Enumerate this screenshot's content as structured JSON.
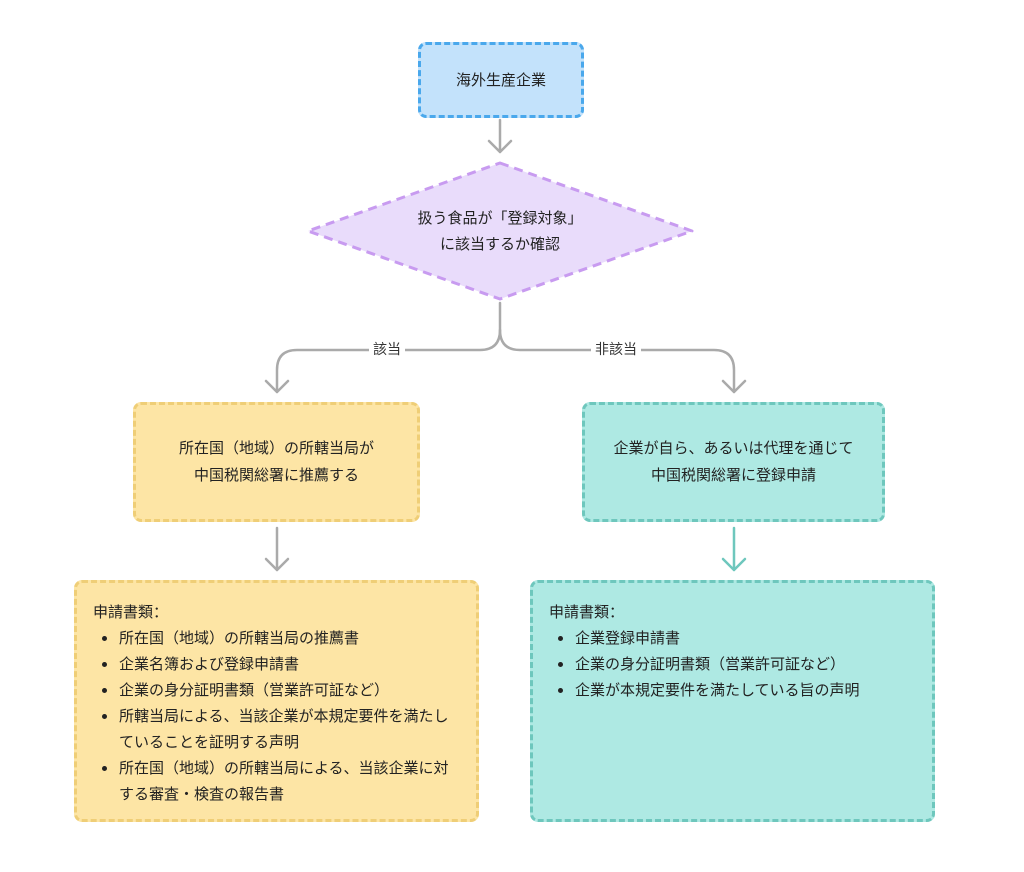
{
  "nodes": {
    "start": "海外生産企業",
    "decision_line1": "扱う食品が「登録対象」",
    "decision_line2": "に該当するか確認",
    "left_box_line1": "所在国（地域）の所轄当局が",
    "left_box_line2": "中国税関総署に推薦する",
    "right_box_line1": "企業が自ら、あるいは代理を通じて",
    "right_box_line2": "中国税関総署に登録申請"
  },
  "edges": {
    "yes_label": "該当",
    "no_label": "非該当"
  },
  "left_docs": {
    "heading": "申請書類：",
    "items": [
      "所在国（地域）の所轄当局の推薦書",
      "企業名簿および登録申請書",
      "企業の身分証明書類（営業許可証など）",
      "所轄当局による、当該企業が本規定要件を満たしていることを証明する声明",
      "所在国（地域）の所轄当局による、当該企業に対する審査・検査の報告書"
    ]
  },
  "right_docs": {
    "heading": "申請書類：",
    "items": [
      "企業登録申請書",
      "企業の身分証明書類（営業許可証など）",
      "企業が本規定要件を満たしている旨の声明"
    ]
  },
  "colors": {
    "blue_fill": "#c3e2fb",
    "blue_border": "#4aa8ec",
    "purple_fill": "#e9dcfb",
    "purple_border": "#c89bf0",
    "yellow_fill": "#fde5a5",
    "yellow_border": "#efce77",
    "teal_fill": "#aee9e3",
    "teal_border": "#6ec7bd",
    "connector_gray": "#aaaaaa",
    "connector_teal": "#6ec7bd"
  }
}
